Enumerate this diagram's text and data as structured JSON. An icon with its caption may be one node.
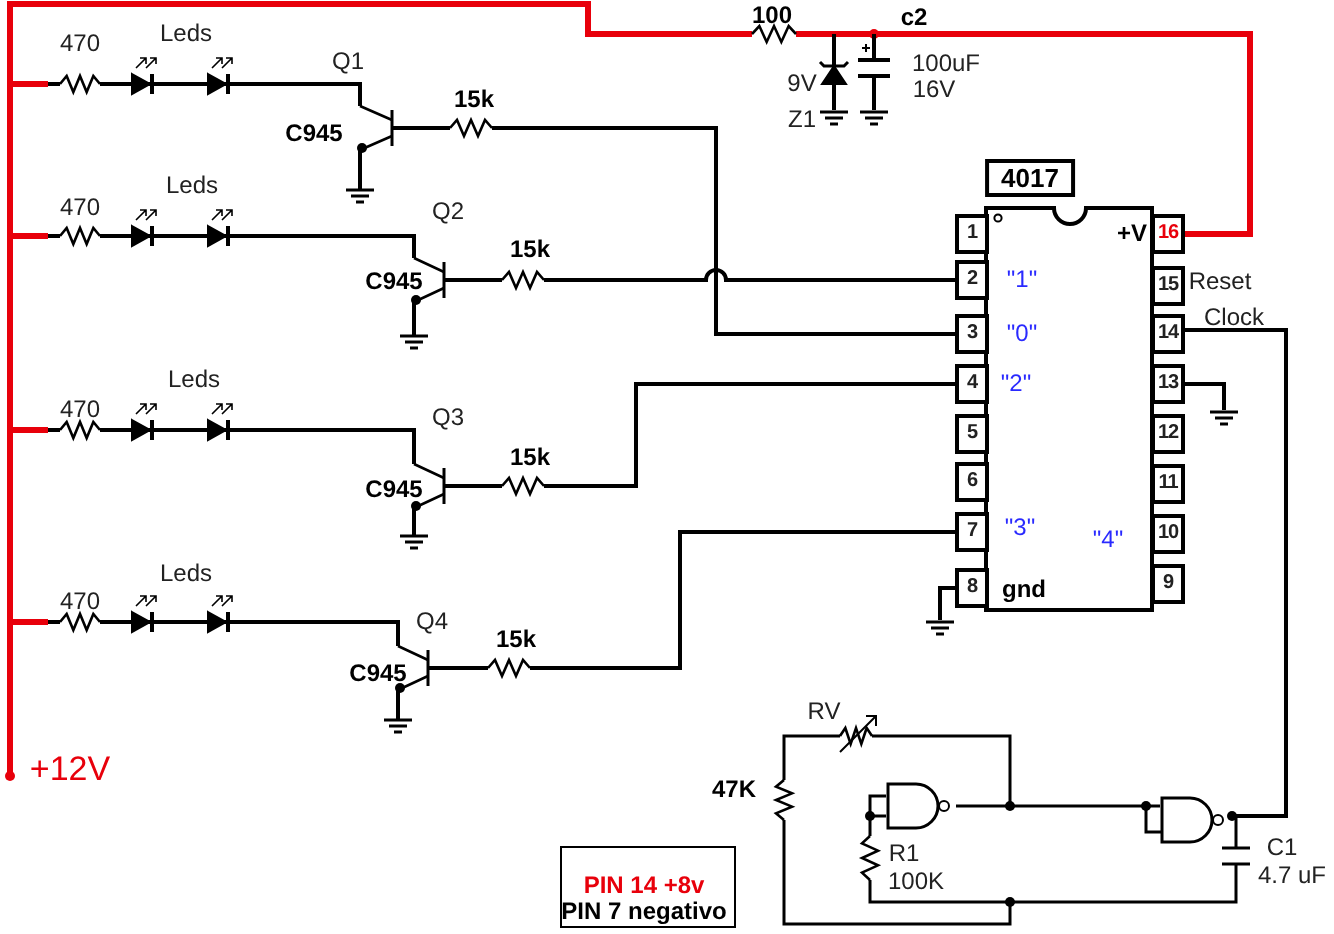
{
  "diagram": {
    "labels": [
      "100",
      "c2",
      "Leds",
      "470",
      "Q1",
      "9V",
      "100uF",
      "16V",
      "Z1",
      "15k",
      "C945",
      "Leds",
      "4017",
      "470",
      "Q2",
      "1",
      "+V",
      "16",
      "15k",
      "C945",
      "2",
      "\"1\"",
      "15",
      "Reset",
      "3",
      "\"0\"",
      "14",
      "Clock",
      "Leds",
      "4",
      "\"2\"",
      "13",
      "470",
      "Q3",
      "15k",
      "C945",
      "5",
      "12",
      "6",
      "11",
      "Leds",
      "7",
      "\"3\"",
      "\"4\"",
      "10",
      "470",
      "8",
      "gnd",
      "9",
      "Q4",
      "15k",
      "C945",
      "RV",
      "+12V",
      "47K",
      "R1",
      "100K",
      "C1",
      "4.7 uF",
      "PIN 14 +8v",
      "PIN 7 negativo"
    ]
  }
}
